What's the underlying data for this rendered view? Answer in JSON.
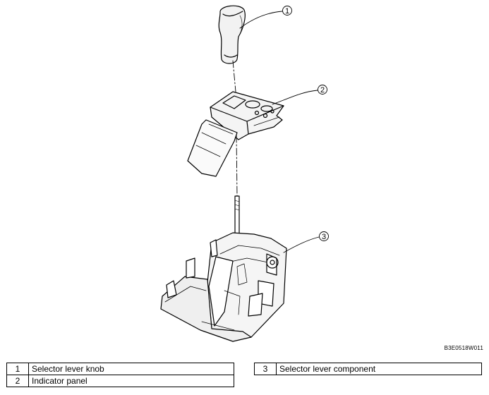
{
  "callouts": [
    {
      "number": "1"
    },
    {
      "number": "2"
    },
    {
      "number": "3"
    }
  ],
  "figure_code": "B3E0518W011",
  "legend": {
    "left": [
      {
        "number": "1",
        "label": "Selector lever knob"
      },
      {
        "number": "2",
        "label": "Indicator panel"
      }
    ],
    "right": [
      {
        "number": "3",
        "label": "Selector lever component"
      }
    ]
  }
}
